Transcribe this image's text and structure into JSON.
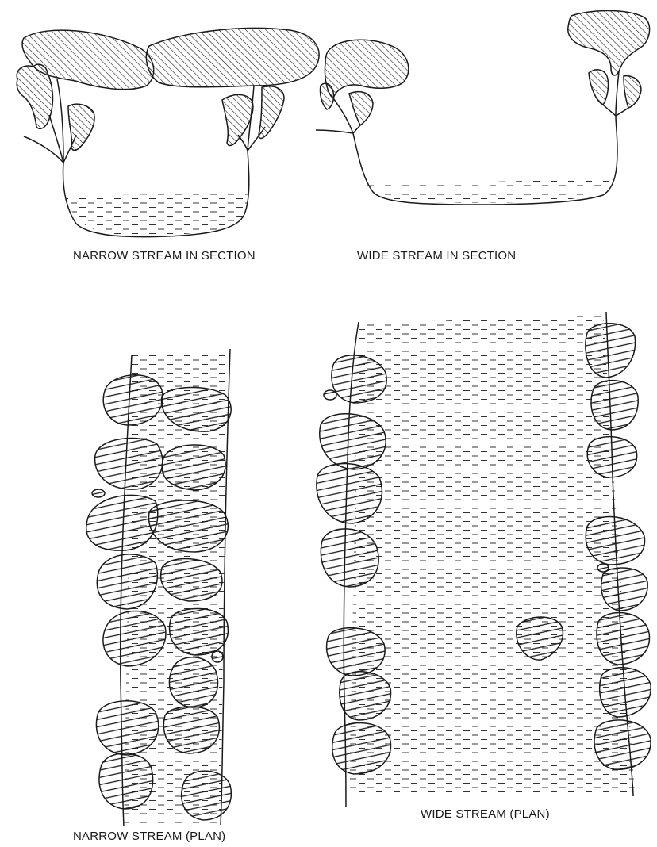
{
  "labels": {
    "narrow_section": "NARROW STREAM IN SECTION",
    "wide_section": "WIDE STREAM IN SECTION",
    "wide_plan": "WIDE STREAM (PLAN)",
    "narrow_plan": "NARROW STREAM  (PLAN)"
  },
  "colors": {
    "ink": "#1a1a1a",
    "background": "#ffffff"
  }
}
